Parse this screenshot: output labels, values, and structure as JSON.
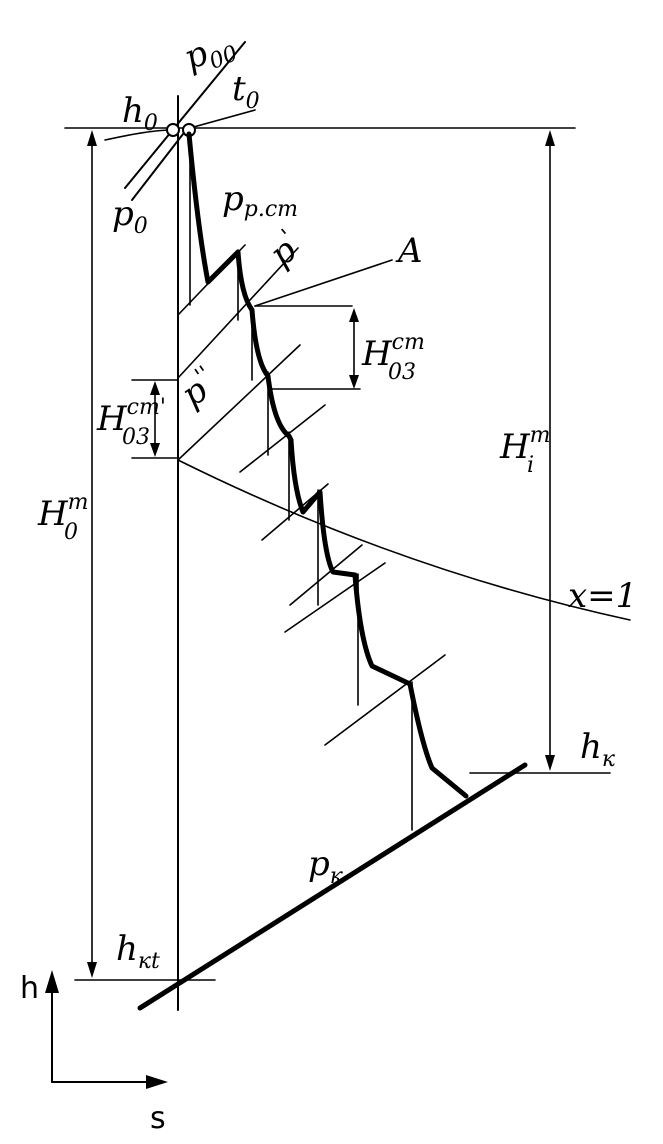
{
  "axes": {
    "y": "h",
    "x": "s"
  },
  "labels": {
    "p00": {
      "base": "p",
      "sub": "00"
    },
    "h0": {
      "base": "h",
      "sub": "0"
    },
    "t0": {
      "base": "t",
      "sub": "0"
    },
    "p0": {
      "base": "p",
      "sub": "0"
    },
    "pp_st": {
      "base": "p",
      "sub": "p.ст"
    },
    "p1": {
      "base": "p",
      "sup": "'"
    },
    "p2": {
      "base": "p",
      "sup": "''"
    },
    "A": {
      "base": "A"
    },
    "H03st": {
      "base": "H",
      "sup": "ст",
      "sub": "03"
    },
    "H03st_prime": {
      "base": "H",
      "sup": "ст'",
      "sub": "03"
    },
    "H0T": {
      "base": "H",
      "sup": "т",
      "sub": "0"
    },
    "HiT": {
      "base": "H",
      "sup": "т",
      "sub": "i"
    },
    "x1": {
      "base": "x=1"
    },
    "hk": {
      "base": "h",
      "sub": "к"
    },
    "pk": {
      "base": "p",
      "sub": "к"
    },
    "hkt": {
      "base": "h",
      "sub": "кt"
    }
  }
}
